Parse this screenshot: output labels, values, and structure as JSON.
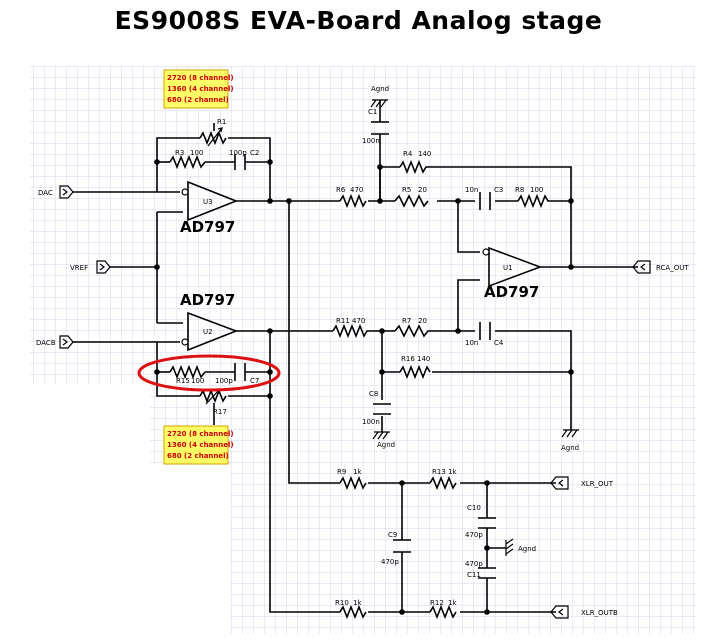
{
  "title": "ES9008S  EVA-Board Analog stage",
  "colors": {
    "grid": "#c4c8e6",
    "note_fill": "#ffff66",
    "note_border": "#d4a000",
    "note_text": "#cc0000",
    "highlight": "#dd1111"
  },
  "ports": {
    "dac": "DAC",
    "vref": "VREF",
    "dacb": "DACB",
    "rca_out": "RCA_OUT",
    "xlr_out": "XLR_OUT",
    "xlr_outb": "XLR_OUTB"
  },
  "chips": {
    "u3_part": "AD797",
    "u2_part": "AD797",
    "u1_part": "AD797"
  },
  "refs": {
    "u3": "U3",
    "u2": "U2",
    "u1": "U1",
    "r1": "R1",
    "r3": "R3",
    "c2": "C2",
    "r6": "R6",
    "r5": "R5",
    "r4": "R4",
    "c1": "C1",
    "c3": "C3",
    "r8": "R8",
    "r11": "R11",
    "r7": "R7",
    "r16": "R16",
    "c4": "C4",
    "c8": "C8",
    "r15": "R15",
    "c7": "C7",
    "r17": "R17",
    "r9": "R9",
    "r13": "R13",
    "r10": "R10",
    "r12": "R12",
    "c9": "C9",
    "c10": "C10",
    "c11": "C11"
  },
  "values": {
    "r3": "100",
    "c2": "100p",
    "c1": "100n",
    "r4": "140",
    "r6": "470",
    "r5": "20",
    "c3": "10n",
    "r8": "100",
    "r11": "470",
    "r7": "20",
    "r16": "140",
    "c4": "10n",
    "c8": "100n",
    "r15": "100",
    "c7": "100p",
    "r9": "1k",
    "r13": "1k",
    "r10": "1k",
    "r12": "1k",
    "c9": "470p",
    "c10": "470p",
    "c11": "470p"
  },
  "grounds": {
    "top": "Agnd",
    "c8": "Agnd",
    "right": "Agnd",
    "mid": "Agnd"
  },
  "notes": {
    "top": [
      "2720 (8 channel)",
      "1360 (4 channel)",
      "680  (2 channel)"
    ],
    "bottom": [
      "2720 (8 channel)",
      "1360 (4 channel)",
      "680  (2 channel)"
    ]
  }
}
